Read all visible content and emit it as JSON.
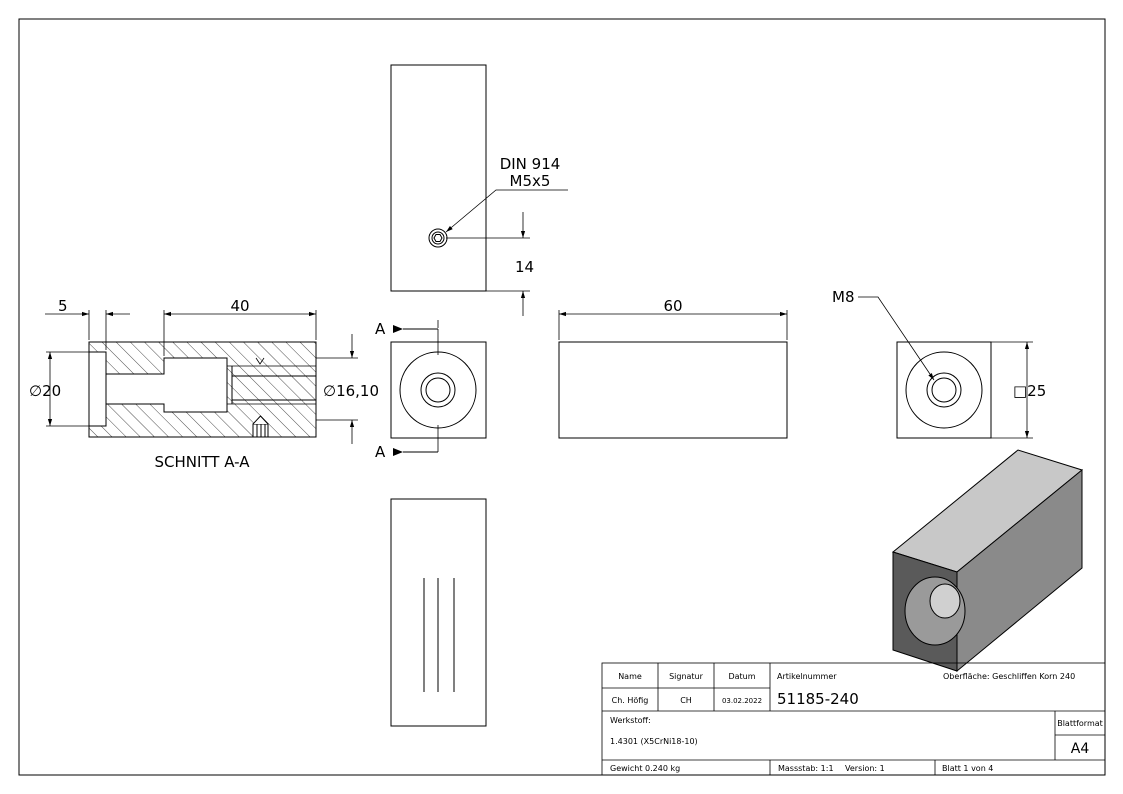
{
  "annotations": {
    "din_line1": "DIN 914",
    "din_line2": "M5x5",
    "dim_14": "14",
    "dim_5": "5",
    "dim_40": "40",
    "dim_60": "60",
    "dia_20": "∅20",
    "dia_1610": "∅16,10",
    "square_25": "□25",
    "m8": "M8",
    "section_a_top": "A",
    "section_a_bottom": "A",
    "section_caption": "SCHNITT A-A"
  },
  "title_block": {
    "name_header": "Name",
    "signatur_header": "Signatur",
    "datum_header": "Datum",
    "artikelnummer_label": "Artikelnummer",
    "oberflaeche": "Oberfläche:  Geschliffen Korn 240",
    "name_value": "Ch. Höfig",
    "signatur_value": "CH",
    "datum_value": "03.02.2022",
    "article_number": "51185-240",
    "werkstoff_label": "Werkstoff:",
    "werkstoff_value": "1.4301 (X5CrNi18-10)",
    "blattformat_label": "Blattformat",
    "blattformat_value": "A4",
    "gewicht": "Gewicht 0.240 kg",
    "massstab": "Massstab: 1:1",
    "version": "Version: 1",
    "blatt": "Blatt 1 von 4"
  },
  "colors": {
    "line": "#000000",
    "iso_top": "#c8c8c8",
    "iso_side": "#8a8a8a",
    "iso_front": "#5a5a5a",
    "iso_bore": "#9a9a9a",
    "iso_thread": "#d0d0d0"
  }
}
